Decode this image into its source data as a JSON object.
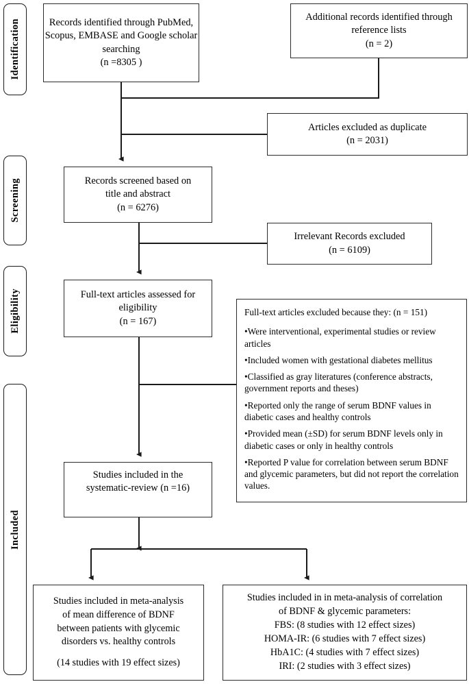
{
  "diagram": {
    "title": "PRISMA study selection flow diagram",
    "line_color": "#1a1a1a"
  },
  "stages": [
    {
      "id": "identification",
      "label": "Identification"
    },
    {
      "id": "screening",
      "label": "Screening"
    },
    {
      "id": "eligibility",
      "label": "Eligibility"
    },
    {
      "id": "included",
      "label": "Included"
    }
  ],
  "boxes": {
    "records_identified": {
      "l1": "Records identified through PubMed,",
      "l2": "Scopus, EMBASE and Google scholar",
      "l3": "searching",
      "l4": "(n =8305 )"
    },
    "additional_records": {
      "l1": "Additional records identified through",
      "l2": "reference lists",
      "l3": "(n = 2)"
    },
    "duplicates_excluded": {
      "l1": "Articles excluded as duplicate",
      "l2": "(n = 2031)"
    },
    "records_screened": {
      "l1": "Records screened based on",
      "l2": "title and abstract",
      "l3": "(n = 6276)"
    },
    "irrelevant_excluded": {
      "l1": "Irrelevant Records excluded",
      "l2": "(n = 6109)"
    },
    "fulltext_assessed": {
      "l1": "Full-text articles assessed for",
      "l2": "eligibility",
      "l3": "(n = 167)"
    },
    "fulltext_excluded": {
      "heading": "Full-text articles excluded because they: (n = 151)",
      "reasons": [
        "•Were interventional, experimental studies or review articles",
        "•Included women with gestational diabetes mellitus",
        "•Classified as gray literatures (conference abstracts, government reports and theses)",
        "•Reported only the range of serum BDNF values in diabetic cases and healthy controls",
        "•Provided mean (±SD) for serum BDNF levels only in diabetic cases or only in healthy controls",
        "•Reported P value for correlation between serum BDNF and glycemic parameters, but did not report the correlation values."
      ]
    },
    "systematic_review": {
      "l1": "Studies included in the",
      "l2": "systematic-review (n =16)"
    },
    "meta_mean_difference": {
      "l1": "Studies included in meta-analysis",
      "l2": "of  mean difference of BDNF",
      "l3": "between patients with glycemic",
      "l4": "disorders vs. healthy controls",
      "l5": "(14 studies with 19 effect sizes)"
    },
    "meta_correlation": {
      "l1": "Studies included in  in meta-analysis of  correlation",
      "l2": "of BDNF & glycemic parameters:",
      "l3": "FBS: (8 studies with 12 effect sizes)",
      "l4": "HOMA-IR: (6 studies with 7 effect sizes)",
      "l5": "HbA1C: (4 studies with 7 effect sizes)",
      "l6": "IRI: (2 studies with 3 effect sizes)"
    }
  },
  "flow_data": {
    "records_identified_n": 8305,
    "additional_records_n": 2,
    "duplicates_excluded_n": 2031,
    "records_screened_n": 6276,
    "irrelevant_excluded_n": 6109,
    "fulltext_assessed_n": 167,
    "fulltext_excluded_n": 151,
    "systematic_review_n": 16,
    "meta_mean_difference_studies": 14,
    "meta_mean_difference_effect_sizes": 19,
    "correlation_subgroups": [
      {
        "name": "FBS",
        "studies": 8,
        "effect_sizes": 12
      },
      {
        "name": "HOMA-IR",
        "studies": 6,
        "effect_sizes": 7
      },
      {
        "name": "HbA1C",
        "studies": 4,
        "effect_sizes": 7
      },
      {
        "name": "IRI",
        "studies": 2,
        "effect_sizes": 3
      }
    ]
  }
}
